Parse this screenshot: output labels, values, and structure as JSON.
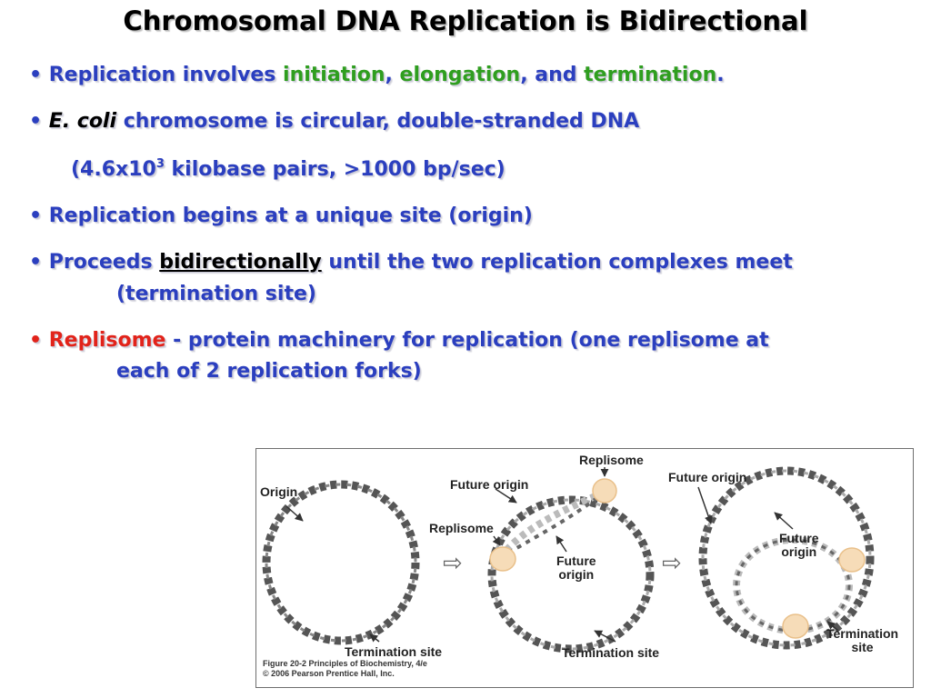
{
  "title": "Chromosomal DNA Replication is Bidirectional",
  "bullets": {
    "b1": {
      "bullet": "•",
      "t1": "Replication involves ",
      "initiation": "initiation",
      "c1": ", ",
      "elongation": "elongation",
      "c2": ", and ",
      "termination": "termination",
      "period": "."
    },
    "b2": {
      "bullet": "•",
      "ecoli": "E. coli",
      "rest": " chromosome is circular, double-stranded DNA"
    },
    "b2sub": {
      "pre": "(4.6x10",
      "sup": "3",
      "post": " kilobase pairs, >1000 bp/sec)"
    },
    "b3": {
      "bullet": "•",
      "text": "Replication begins at a unique site (origin)"
    },
    "b4": {
      "bullet": "•",
      "pre": "Proceeds ",
      "under": "bidirectionally",
      "post": " until the two replication complexes meet",
      "cont": "(termination site)"
    },
    "b5": {
      "bullet": "•",
      "replisome": "Replisome",
      "rest": " - protein machinery for replication (one replisome at",
      "cont": "each of 2 replication forks)"
    }
  },
  "figure": {
    "labels": {
      "origin": "Origin",
      "termination1": "Termination site",
      "future_origin_top": "Future origin",
      "replisome_top": "Replisome",
      "replisome_left": "Replisome",
      "future_origin_inner_1": "Future",
      "future_origin_inner_2": "origin",
      "termination2": "Termination site",
      "future_origin_right": "Future origin",
      "future_origin_right_inner_1": "Future",
      "future_origin_right_inner_2": "origin",
      "termination3_1": "Termination",
      "termination3_2": "site"
    },
    "arrow_glyph": "⇨",
    "caption_line1": "Figure 20-2  Principles of Biochemistry, 4/e",
    "caption_line2": "© 2006 Pearson Prentice Hall, Inc."
  },
  "colors": {
    "body_text": "#2b3fbf",
    "highlight_green": "#2f9e1f",
    "highlight_red": "#e2231a",
    "dna_parent": "#555555",
    "dna_new": "#b9b9b9",
    "replisome": "#f6dcb8"
  }
}
